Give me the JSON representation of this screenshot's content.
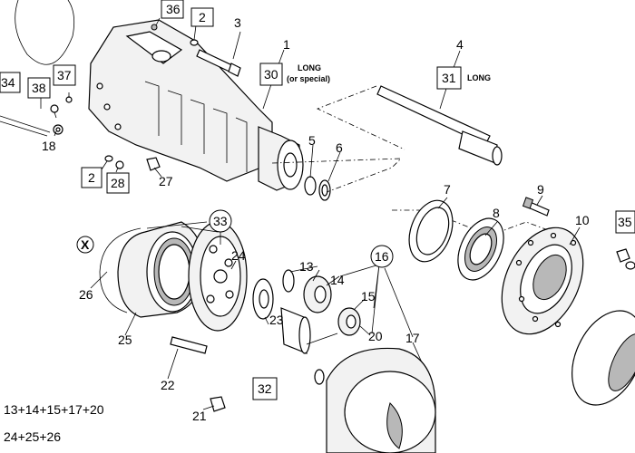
{
  "callouts": {
    "p1": "1",
    "p2a": "2",
    "p2b": "2",
    "p3": "3",
    "p4": "4",
    "p5": "5",
    "p6": "6",
    "p7": "7",
    "p8": "8",
    "p9": "9",
    "p10": "10",
    "p13": "13",
    "p14": "14",
    "p15": "15",
    "p16": "16",
    "p17": "17",
    "p18": "18",
    "p20": "20",
    "p21": "21",
    "p22": "22",
    "p23": "23",
    "p24": "24",
    "p25": "25",
    "p26": "26",
    "p27": "27",
    "p28": "28",
    "p30": "30",
    "p31": "31",
    "p32": "32",
    "p33": "33",
    "p34": "34",
    "p35": "35",
    "p36": "36",
    "p37": "37",
    "p38": "38"
  },
  "notes": {
    "long30_line1": "LONG",
    "long30_line2": "(or special)",
    "long31": "LONG"
  },
  "symbol_x": "X",
  "formulas": {
    "f1": "13+14+15+17+20",
    "f2": "24+25+26"
  }
}
